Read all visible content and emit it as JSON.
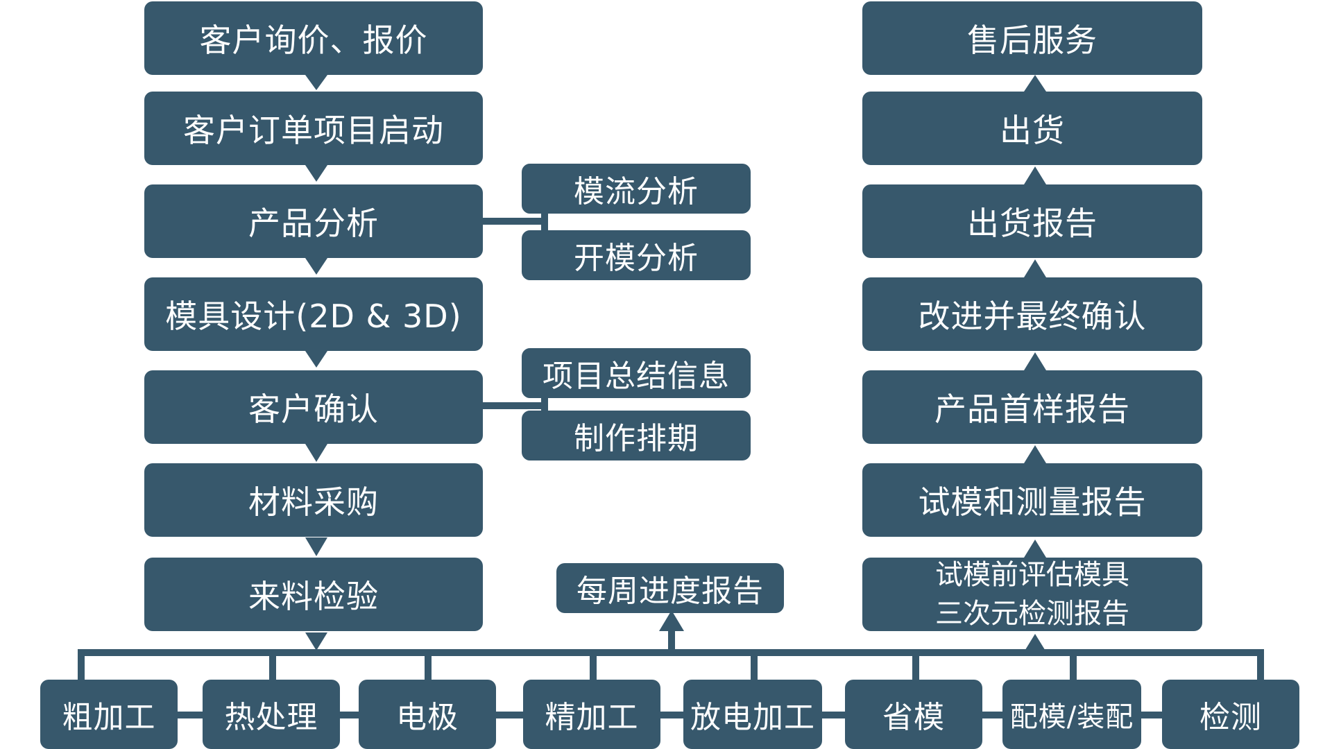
{
  "left_column": [
    "客户询价、报价",
    "客户订单项目启动",
    "产品分析",
    "模具设计(2D & 3D)",
    "客户确认",
    "材料采购",
    "来料检验"
  ],
  "branch_boxes": {
    "mold_flow": "模流分析",
    "mold_opening": "开模分析",
    "project_summary": "项目总结信息",
    "schedule": "制作排期",
    "weekly_report": "每周进度报告"
  },
  "right_column": [
    "售后服务",
    "出货",
    "出货报告",
    "改进并最终确认",
    "产品首样报告",
    "试模和测量报告"
  ],
  "right_bottom": {
    "line1": "试模前评估模具",
    "line2": "三次元检测报告"
  },
  "bottom_row": [
    "粗加工",
    "热处理",
    "电极",
    "精加工",
    "放电加工",
    "省模",
    "配模/装配",
    "检测"
  ],
  "colors": {
    "box": "#37586c",
    "text": "#ffffff",
    "background": "#ffffff"
  }
}
